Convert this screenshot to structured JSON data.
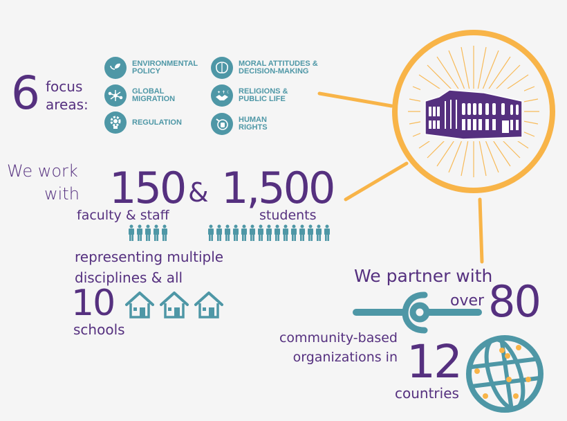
{
  "colors": {
    "purple": "#55307f",
    "teal": "#4e97a6",
    "gold": "#f8b448",
    "background": "#f5f5f5"
  },
  "focus": {
    "number": "6",
    "label_line1": "focus",
    "label_line2": "areas:",
    "areas": [
      {
        "icon": "plant-icon",
        "line1": "ENVIRONMENTAL",
        "line2": "POLICY"
      },
      {
        "icon": "network-icon",
        "line1": "GLOBAL",
        "line2": "MIGRATION"
      },
      {
        "icon": "gear-bulb-icon",
        "line1": "REGULATION",
        "line2": ""
      },
      {
        "icon": "brain-icon",
        "line1": "MORAL ATTITUDES &",
        "line2": "DECISION-MAKING"
      },
      {
        "icon": "handshake-icon",
        "line1": "RELIGIONS &",
        "line2": "PUBLIC LIFE"
      },
      {
        "icon": "raised-fist-icon",
        "line1": "HUMAN",
        "line2": "RIGHTS"
      }
    ]
  },
  "work": {
    "line1": "We work",
    "line2": "with",
    "faculty_number": "150",
    "ampersand": "&",
    "students_number": "1,500",
    "faculty_label": "faculty & staff",
    "students_label": "students",
    "faculty_people_count": 5,
    "student_people_count": 15
  },
  "schools": {
    "line1": "representing multiple",
    "line2": "disciplines & all",
    "number": "10",
    "label": "schools",
    "house_icon_count": 3
  },
  "partners": {
    "line1": "We partner with",
    "over": "over",
    "number": "80",
    "cbo_line1": "community-based",
    "cbo_line2": "organizations in",
    "countries_number": "12",
    "countries_label": "countries"
  }
}
